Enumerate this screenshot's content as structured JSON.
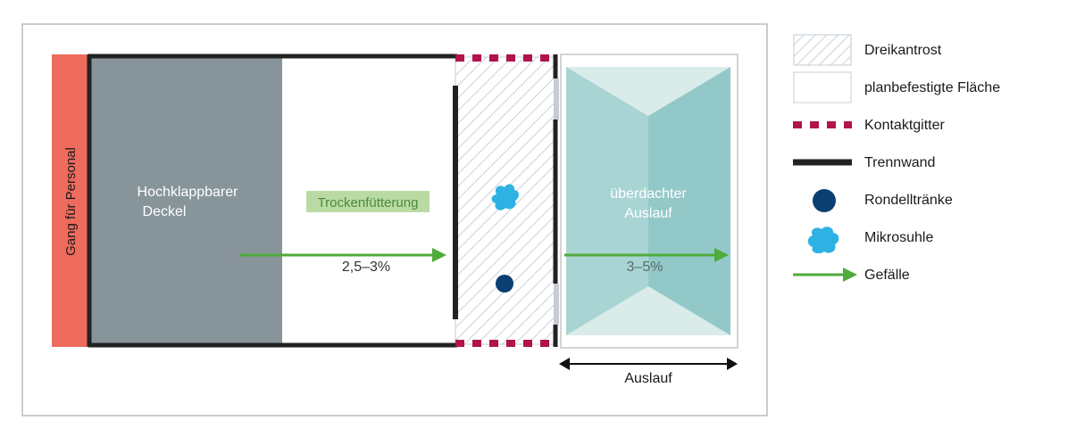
{
  "colors": {
    "corridor": "#ee6b5d",
    "lid": "#87959b",
    "wall": "#222222",
    "contact_grid": "#b0144b",
    "outdoor_light": "#daece9",
    "outdoor_mid": "#a8d5d3",
    "outdoor_dark": "#93c8c8",
    "arrow": "#4fab3b",
    "drinker": "#0b3f72",
    "wallow": "#2eb2e3",
    "feed_label_bg": "#b9dba3",
    "feed_label_text": "#4d8a3a",
    "frame": "#bbbbbb"
  },
  "diagram": {
    "corridor_label": "Gang für Personal",
    "lid_label_line1": "Hochklappbarer",
    "lid_label_line2": "Deckel",
    "feeding_label": "Trockenfütterung",
    "slope_inside": "2,5–3%",
    "outdoor_label_line1": "überdachter",
    "outdoor_label_line2": "Auslauf",
    "slope_outside": "3–5%",
    "run_dimension_label": "Auslauf"
  },
  "legend": {
    "items": [
      {
        "key": "slatted",
        "label": "Dreikantrost",
        "icon": "hatch-swatch-icon"
      },
      {
        "key": "solid",
        "label": "planbefestigte Fläche",
        "icon": "solid-floor-swatch-icon"
      },
      {
        "key": "contact",
        "label": "Kontaktgitter",
        "icon": "dashed-line-icon"
      },
      {
        "key": "wall",
        "label": "Trennwand",
        "icon": "bar-line-icon"
      },
      {
        "key": "drinker",
        "label": "Rondelltränke",
        "icon": "circle-icon"
      },
      {
        "key": "wallow",
        "label": "Mikrosuhle",
        "icon": "blob-icon"
      },
      {
        "key": "slope",
        "label": "Gefälle",
        "icon": "arrow-right-icon"
      }
    ]
  }
}
